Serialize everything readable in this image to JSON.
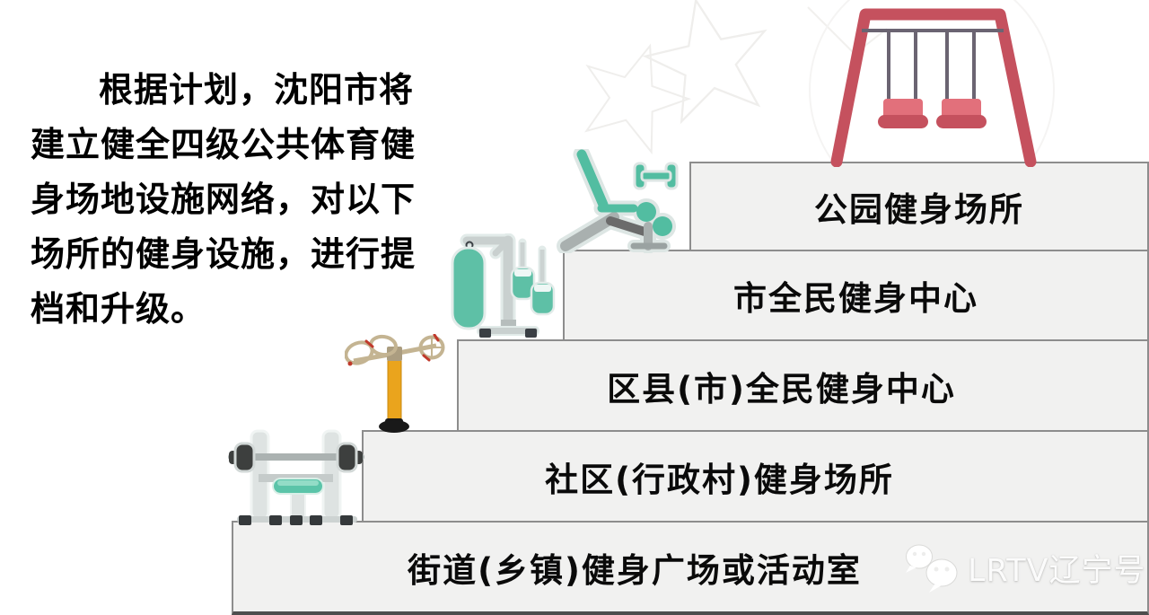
{
  "intro": {
    "lines": [
      "根据计划，沈阳市将",
      "建立健全四级公共体育健",
      "身场地设施网络，对以下",
      "场所的健身设施，进行提",
      "档和升级。"
    ]
  },
  "pyramid": {
    "levels": [
      {
        "label": "公园健身场所"
      },
      {
        "label": "市全民健身中心"
      },
      {
        "label": "区县(市)全民健身中心"
      },
      {
        "label": "社区(行政村)健身场所"
      },
      {
        "label": "街道(乡镇)健身广场或活动室"
      }
    ]
  },
  "illustrations": [
    {
      "icon": "swing-set-icon",
      "level": "公园健身场所"
    },
    {
      "icon": "incline-bench-dumbbell-icon",
      "level": "市全民健身中心"
    },
    {
      "icon": "punching-bag-icon",
      "level": "区县(市)全民健身中心"
    },
    {
      "icon": "taichi-wheels-icon",
      "level": "社区(行政村)健身场所"
    },
    {
      "icon": "bench-press-icon",
      "level": "街道(乡镇)健身广场或活动室"
    }
  ],
  "watermark": {
    "icon": "wechat-icon",
    "text": "LRTV辽宁号"
  },
  "colors": {
    "step_fill": "#f1f1f0",
    "step_border": "#8d8d8d",
    "swing_red": "#c5515e",
    "seat_pink": "#e2707b",
    "equipment_teal": "#56bfa4",
    "taichi_yellow": "#eaa41d",
    "text": "#000000"
  }
}
